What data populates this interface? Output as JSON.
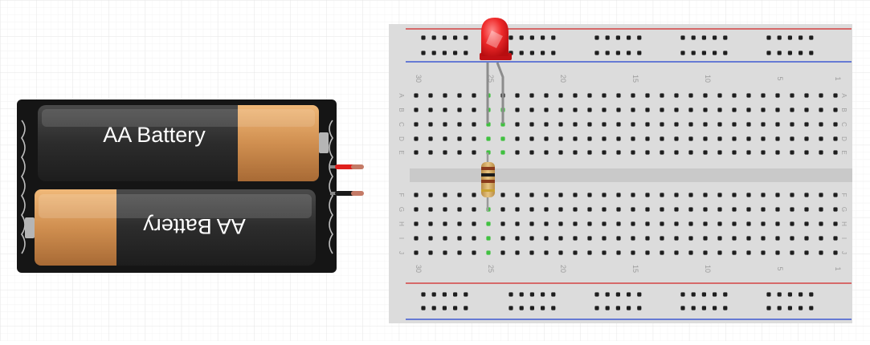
{
  "battery_pack": {
    "cells": [
      {
        "label": "AA Battery",
        "orientation": "normal"
      },
      {
        "label": "AA Battery",
        "orientation": "flipped"
      }
    ],
    "lead_colors": {
      "positive": "#e0201c",
      "negative": "#1a1a1a"
    }
  },
  "breadboard": {
    "column_count": 30,
    "column_number_labels": [
      "30",
      "25",
      "20",
      "15",
      "10",
      "5",
      "1"
    ],
    "top_row_letters": [
      "A",
      "B",
      "C",
      "D",
      "E"
    ],
    "bottom_row_letters": [
      "F",
      "G",
      "H",
      "I",
      "J"
    ],
    "rail_colors": {
      "red": "#d22424",
      "blue": "#1f3fd0"
    }
  },
  "components": {
    "led": {
      "color": "#e8141c"
    },
    "resistor": {
      "body_color": "#d9b36a"
    }
  },
  "highlight_color": "#40c040"
}
